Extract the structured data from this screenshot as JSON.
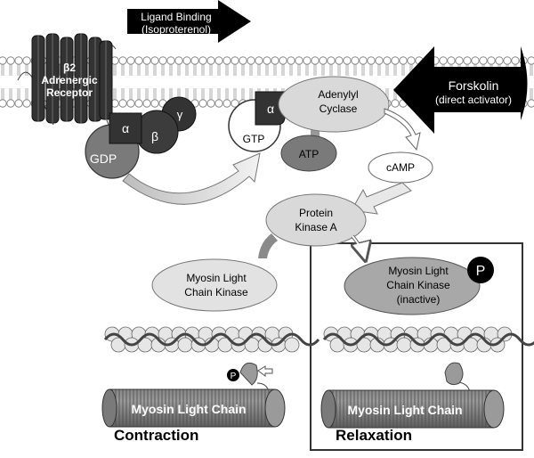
{
  "arrows": {
    "ligand": [
      "Ligand Binding",
      "(Isoproterenol)"
    ],
    "forskolin": [
      "Forskolin",
      "(direct activator)"
    ]
  },
  "receptor": [
    "β2",
    "Adrenergic",
    "Receptor"
  ],
  "g_protein": {
    "alpha": "α",
    "beta": "β",
    "gamma": "γ",
    "gdp": "GDP",
    "active_alpha": "α",
    "gtp": "GTP"
  },
  "adenylyl_cyclase": [
    "Adenylyl",
    "Cyclase"
  ],
  "atp": "ATP",
  "camp": "cAMP",
  "pka": [
    "Protein",
    "Kinase A"
  ],
  "mlck": [
    "Myosin Light",
    "Chain Kinase"
  ],
  "mlck_inactive": [
    "Myosin Light",
    "Chain Kinase",
    "(inactive)"
  ],
  "phospho": "P",
  "myosin_light_chain": "Myosin Light Chain",
  "states": {
    "contraction": "Contraction",
    "relaxation": "Relaxation"
  },
  "colors": {
    "dark": "#333333",
    "mid": "#7a7a7a",
    "light": "#d9d9d9",
    "arrow": "#000000"
  }
}
